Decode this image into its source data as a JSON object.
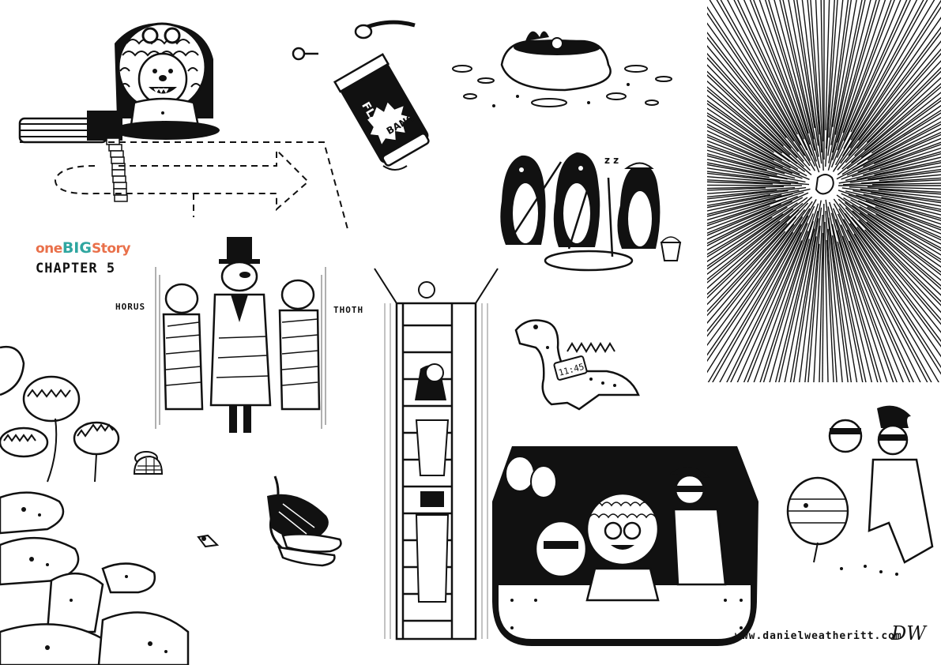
{
  "branding": {
    "logo_one": "one",
    "logo_big": "BIG",
    "logo_story": "Story",
    "logo_colors": {
      "orange": "#e9704a",
      "teal": "#2fa6a0"
    },
    "chapter": "CHAPTER 5"
  },
  "labels": {
    "horus": "HORUS",
    "thoth": "THOTH",
    "flash": "FLASH",
    "bang": "BANG",
    "clock": "11:45"
  },
  "footer": {
    "website": "www.danielweatheritt.com",
    "signature": "DW"
  },
  "icons": [
    "goggles-scientist-icon",
    "gatling-gun-icon",
    "flashbang-grenade-icon",
    "penguins-icefishing-icon",
    "explosion-burst-icon",
    "mummies-icon",
    "ladder-shaft-icon",
    "dinosaur-clock-icon",
    "carnivorous-plants-icon",
    "mushroom-pods-icon",
    "banana-bunch-icon",
    "vehicle-cockpit-icon",
    "masked-adventurers-icon",
    "crater-icon"
  ]
}
